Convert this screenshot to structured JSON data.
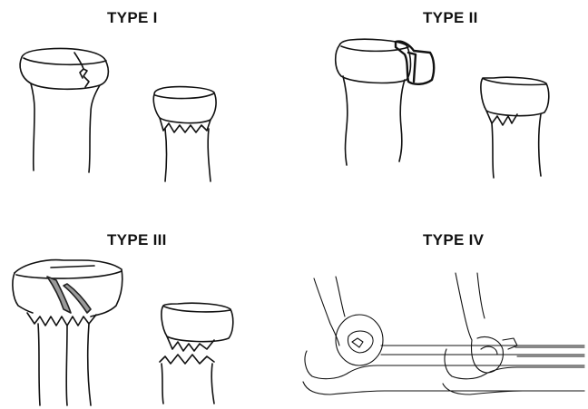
{
  "panels": [
    {
      "id": "type-1",
      "title": "TYPE I"
    },
    {
      "id": "type-2",
      "title": "TYPE II"
    },
    {
      "id": "type-3",
      "title": "TYPE III"
    },
    {
      "id": "type-4",
      "title": "TYPE IV"
    }
  ],
  "colors": {
    "line": "#111111",
    "background": "#ffffff",
    "shading": "#9a9a9a"
  }
}
